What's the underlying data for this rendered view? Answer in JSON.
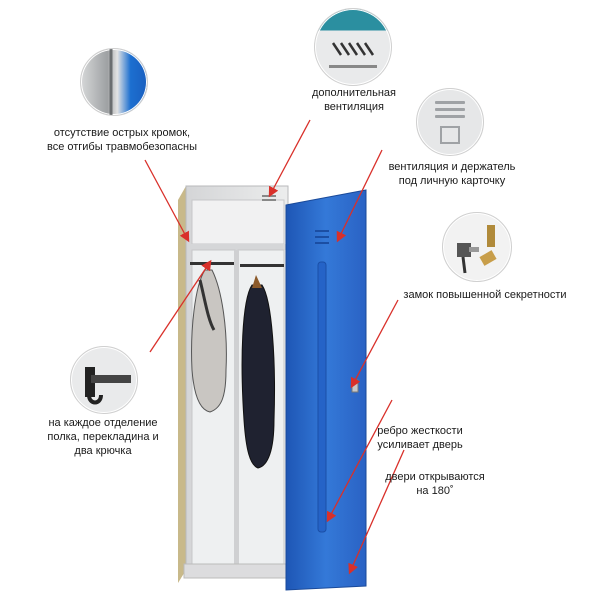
{
  "callouts": {
    "no_sharp_edges": [
      "отсутствие острых кромок,",
      "все отгибы травмобезопасны"
    ],
    "extra_ventilation": [
      "дополнительная",
      "вентиляция"
    ],
    "vent_holder": [
      "вентиляция и держатель",
      "под личную карточку"
    ],
    "secure_lock": [
      "замок повышенной секретности"
    ],
    "shelf_hooks": [
      "на каждое отделение",
      "полка, перекладина и",
      "два крючка"
    ],
    "rib": [
      "ребро жесткости",
      "усиливает дверь"
    ],
    "door_open": [
      "двери открываются",
      "на 180˚"
    ]
  },
  "colors": {
    "cabinet_body": "#e2e3e4",
    "door_blue": "#2f6fd0",
    "arrow_red": "#d9302a",
    "circle_border": "#cfcfcf"
  },
  "icons": {
    "edge_detail": "metal-edge-closeup",
    "vent_slots": "vent-slots-closeup",
    "vent_card": "vent-card-holder-closeup",
    "lock": "lock-and-keys-closeup",
    "hook": "coat-hook-closeup"
  }
}
